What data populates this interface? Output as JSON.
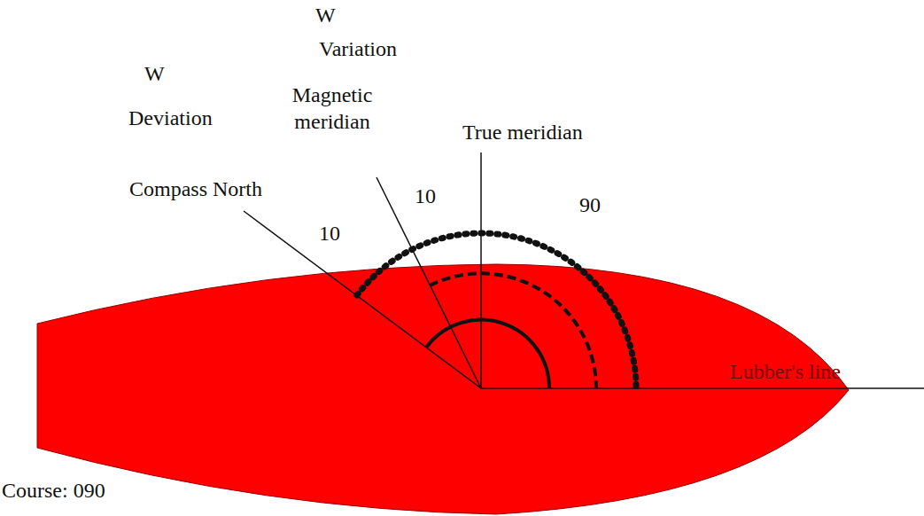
{
  "diagram": {
    "labels": [
      "W",
      "Deviation",
      "W",
      "Variation",
      "Magnetic meridian",
      "True meridian",
      "Compass North",
      "10",
      "10",
      "90",
      "Lubber's line",
      "Course: 090"
    ]
  }
}
